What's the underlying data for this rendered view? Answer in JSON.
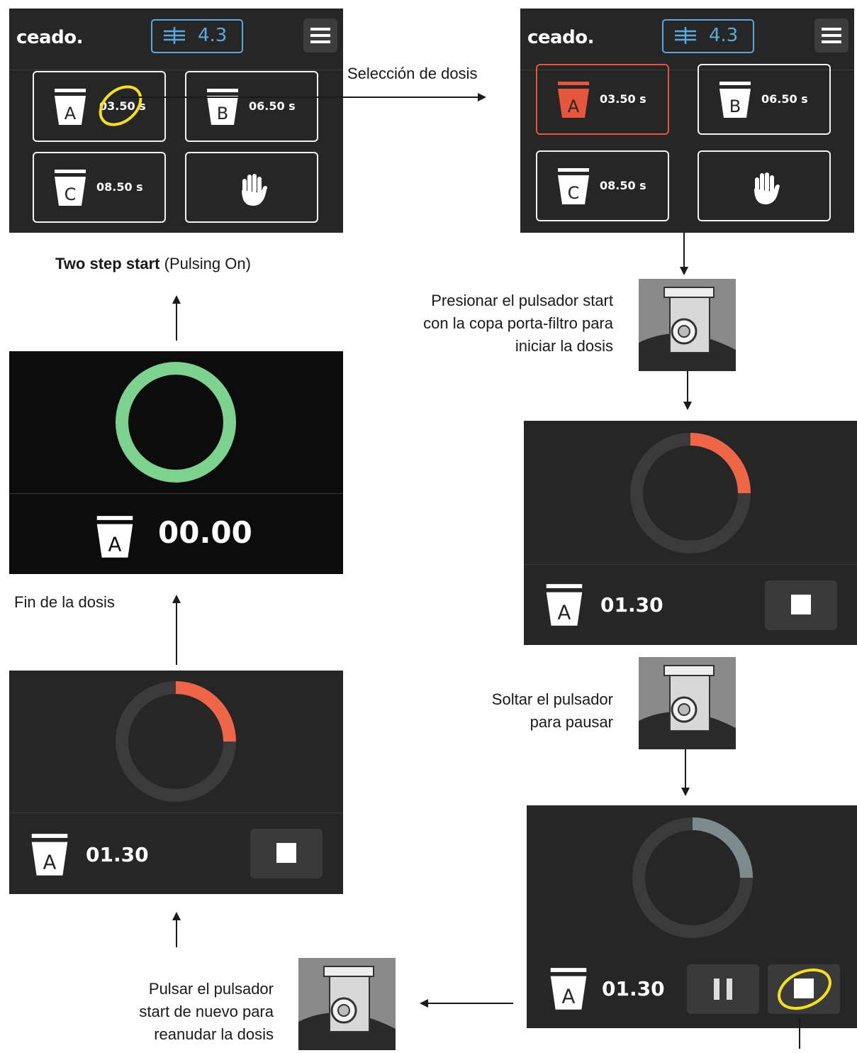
{
  "brand": "ceado.",
  "version": "4.3",
  "doses": [
    {
      "letter": "A",
      "time": "03.50 s"
    },
    {
      "letter": "B",
      "time": "06.50 s"
    },
    {
      "letter": "C",
      "time": "08.50 s"
    }
  ],
  "doses_left_a_time": "03.50 s",
  "mode_title_bold": "Two step start",
  "mode_title_rest": " (Pulsing On)",
  "finished_panel": {
    "letter": "A",
    "time": "00.00",
    "progress": 1.0,
    "ring_color": "#7ed28f"
  },
  "running_panel": {
    "letter": "A",
    "time": "01.30",
    "progress": 0.25,
    "ring_color": "#ee6548"
  },
  "paused_panel": {
    "letter": "A",
    "time": "01.30",
    "progress": 0.25,
    "ring_color": "#7d8b8d"
  },
  "labels": {
    "dose_selection": "Selección de dosis",
    "press_start": [
      "Presionar el pulsador start",
      "con la copa porta-filtro para",
      "iniciar la dosis"
    ],
    "release": [
      "Soltar el pulsador",
      "para pausar"
    ],
    "resume": [
      "Pulsar el pulsador",
      "start de nuevo para",
      "reanudar la dosis"
    ],
    "end_of_dose": "Fin de la dosis"
  },
  "icons": [
    "cup-icon",
    "hand-stop-icon",
    "menu-icon",
    "grind-icon",
    "stop-icon",
    "pause-icon",
    "portafilter-switch-photo"
  ],
  "colors": {
    "panel": "#262626",
    "accent_selected": "#e5563c",
    "version_blue": "#5aa8de",
    "highlight": "#f5e01b"
  }
}
